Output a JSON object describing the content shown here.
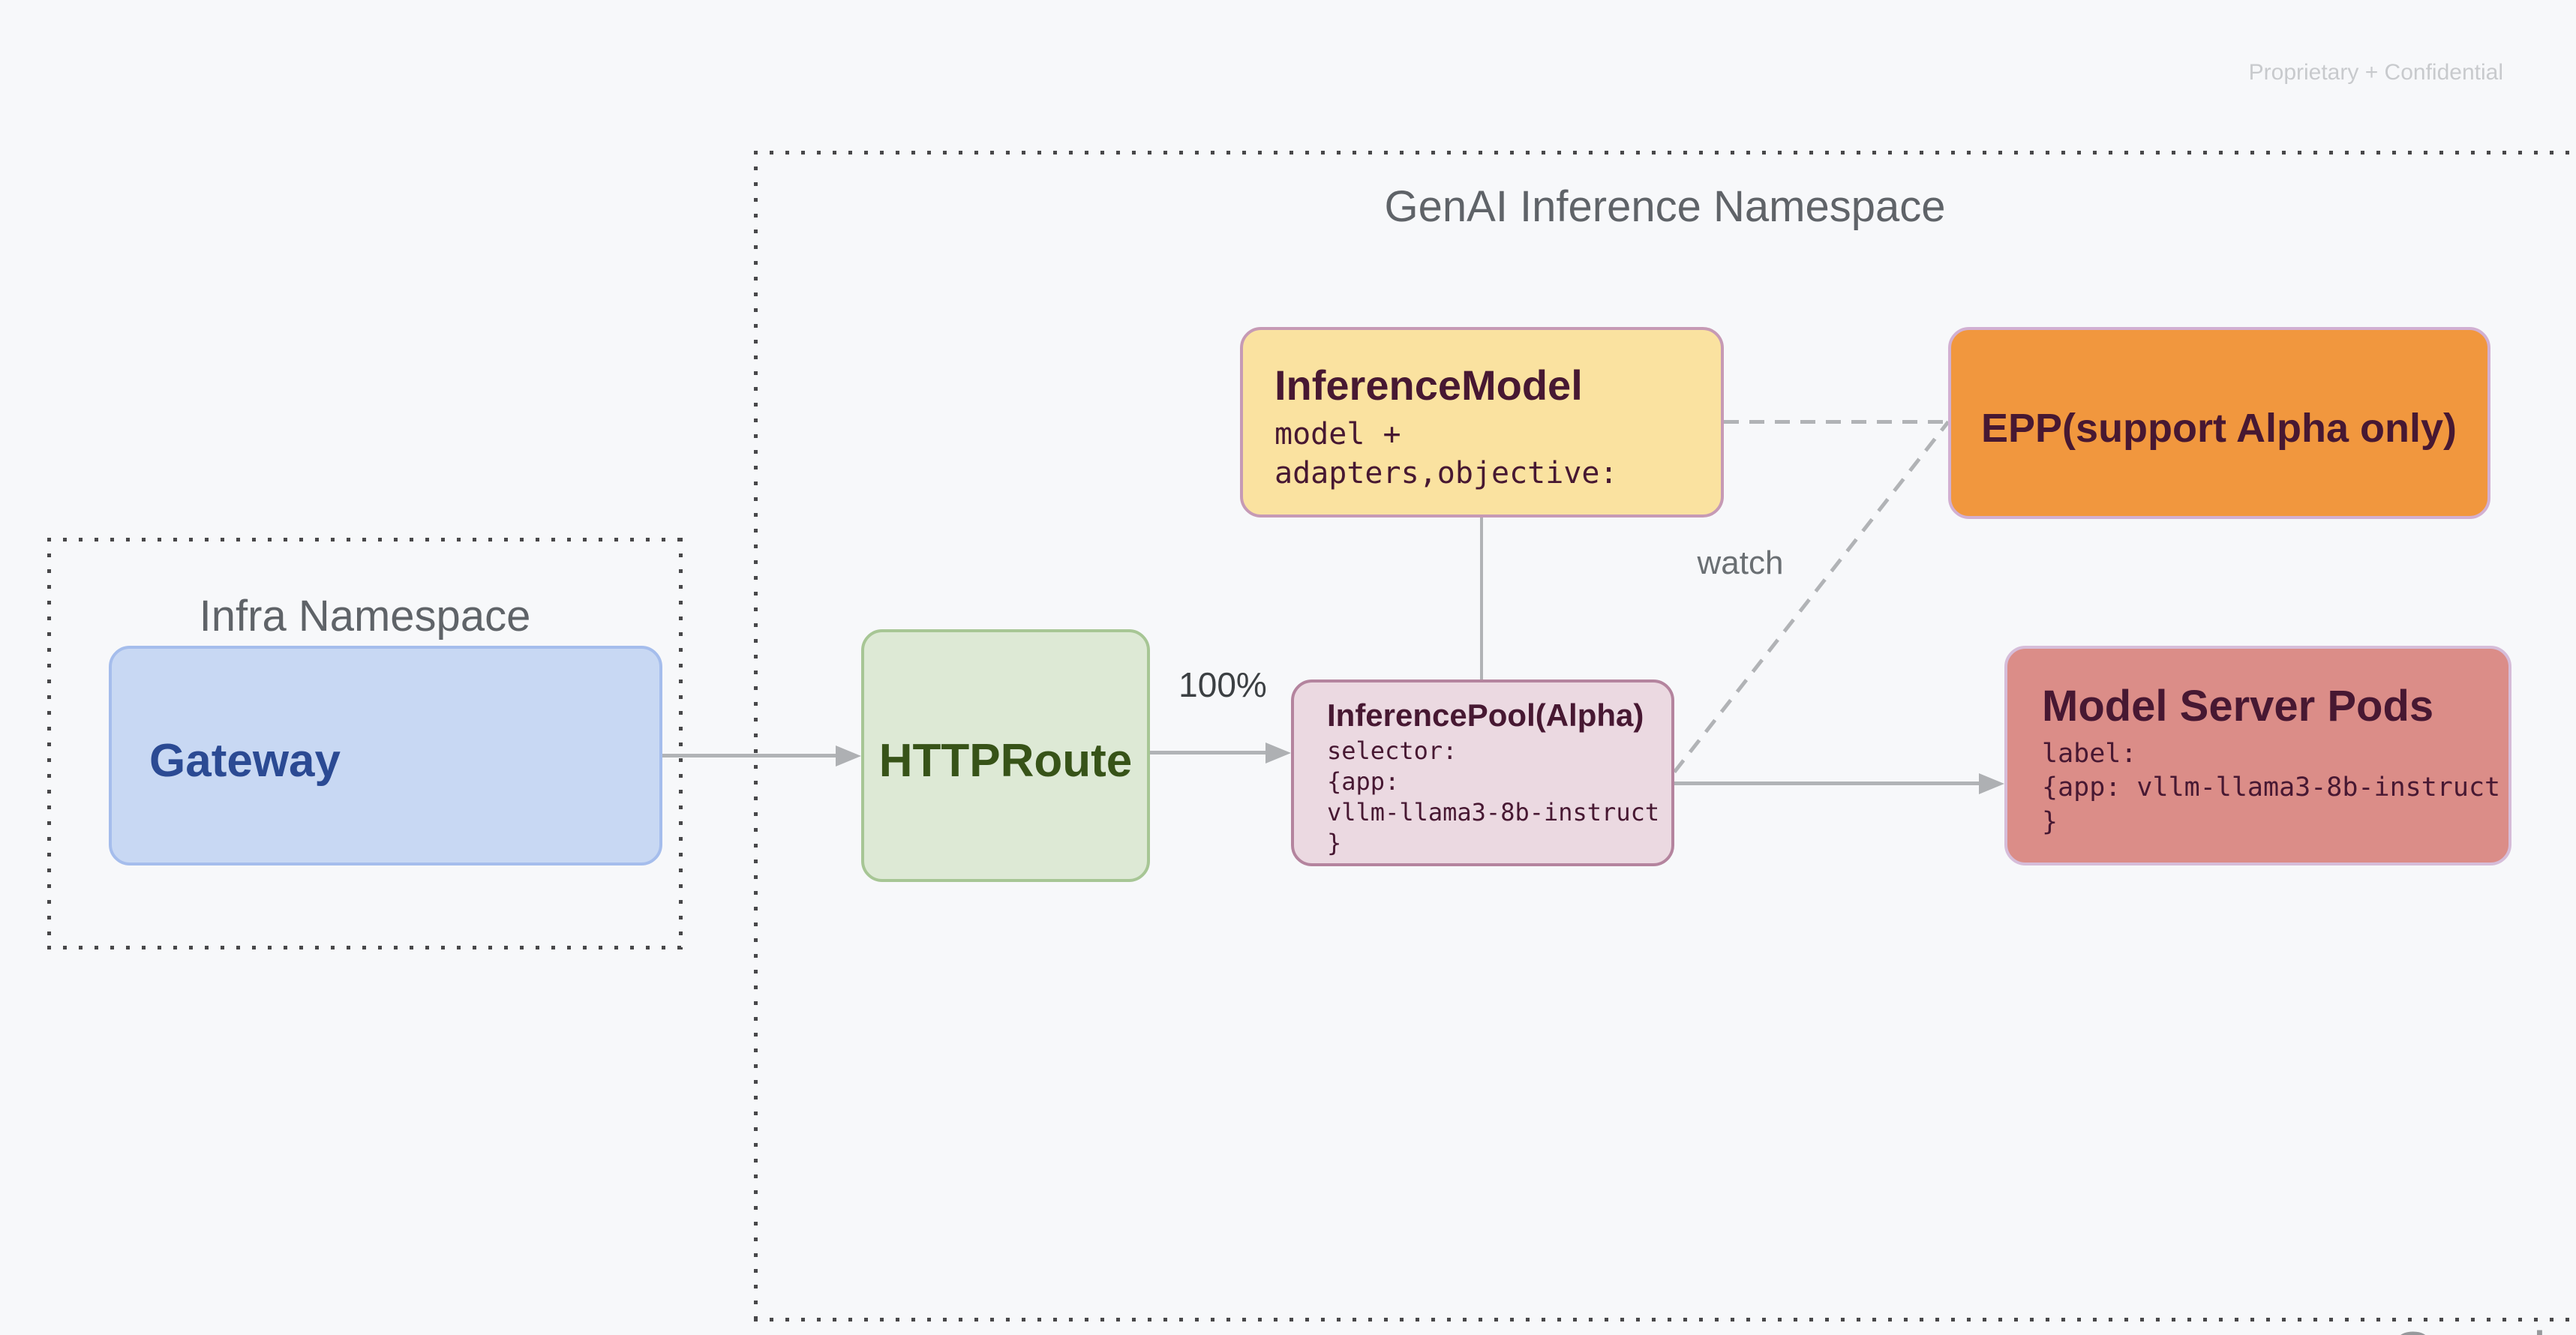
{
  "page": {
    "confidential_label": "Proprietary + Confidential",
    "watermark_partial": "Google",
    "background_color": "#f7f8fa"
  },
  "namespaces": {
    "infra": {
      "title": "Infra Namespace"
    },
    "genai": {
      "title": "GenAI Inference Namespace"
    }
  },
  "nodes": {
    "gateway": {
      "title": "Gateway",
      "fill": "#c8d8f3",
      "border_color": "#a5bdec",
      "text_color": "#2b4a93"
    },
    "httproute": {
      "title": "HTTPRoute",
      "fill": "#dde9d5",
      "border_color": "#a7c695",
      "text_color": "#375318"
    },
    "inference_model": {
      "title": "InferenceModel",
      "body": "model +\nadapters,objective:",
      "fill": "#fae2a0",
      "border_color": "#c69ab5",
      "text_color": "#471832"
    },
    "epp": {
      "title": "EPP(support Alpha only)",
      "fill": "#f1973e",
      "border_color": "#d2b0d2",
      "text_color": "#471832"
    },
    "inference_pool": {
      "title": "InferencePool(Alpha)",
      "body": "selector:\n{app:\nvllm-llama3-8b-instruct\n}",
      "fill": "#ebd9e1",
      "border_color": "#b4849e",
      "text_color": "#471832"
    },
    "model_server_pods": {
      "title": "Model Server Pods",
      "body": "label:\n{app: vllm-llama3-8b-instruct\n}",
      "fill": "#db8d88",
      "border_color": "#d6bdd9",
      "text_color": "#471832"
    }
  },
  "edges": {
    "arrow_color": "#b1b3b6",
    "gateway_to_httproute": {
      "style": "solid-arrow",
      "label": ""
    },
    "httproute_to_inference_pool": {
      "style": "solid-arrow",
      "label": "100%"
    },
    "inference_pool_to_model_server_pods": {
      "style": "solid-arrow",
      "label": ""
    },
    "inference_model_to_inference_pool": {
      "style": "solid-line",
      "label": ""
    },
    "inference_model_to_epp": {
      "style": "dashed-line",
      "label": ""
    },
    "inference_pool_to_epp": {
      "style": "dashed-line",
      "label": "watch"
    }
  }
}
